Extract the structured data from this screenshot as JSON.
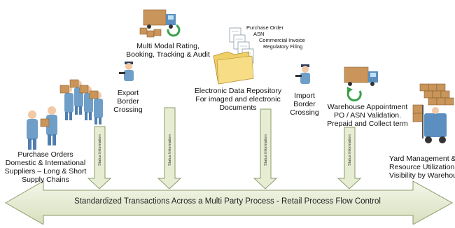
{
  "labels": {
    "purchase_orders": [
      "Purchase Orders",
      "Domestic & International",
      "Suppliers – Long & Short",
      "Supply Chains"
    ],
    "export_border": [
      "Export",
      "Border",
      "Crossing"
    ],
    "multi_modal": [
      "Multi Modal Rating,",
      "Booking, Tracking & Audit"
    ],
    "documents": [
      "Purchase Order",
      "ASN",
      "Commercial Invoice",
      "Regulatory Filing"
    ],
    "edr": [
      "Electronic Data Repository",
      "For imaged and electronic",
      "Documents"
    ],
    "import_border": [
      "Import",
      "Border",
      "Crossing"
    ],
    "warehouse": [
      "Warehouse Appointment",
      "PO / ASN Validation.",
      "Prepaid and Collect term"
    ],
    "yard": [
      "Yard Management &",
      "Resource Utilization",
      "Visibility by Warehouse"
    ]
  },
  "status_label": "Status Information",
  "banner": "Standardized Transactions Across a Multi Party Process  -  Retail Process Flow Control",
  "colors": {
    "arrow_fill": "#e7edd3",
    "arrow_stroke": "#8a9a6a",
    "person_blue": "#6f9fc8",
    "box_tan": "#c9955a",
    "truck_blue": "#5a8fc0",
    "folder_yellow": "#efcf68",
    "green_arrow": "#3aa04a"
  }
}
